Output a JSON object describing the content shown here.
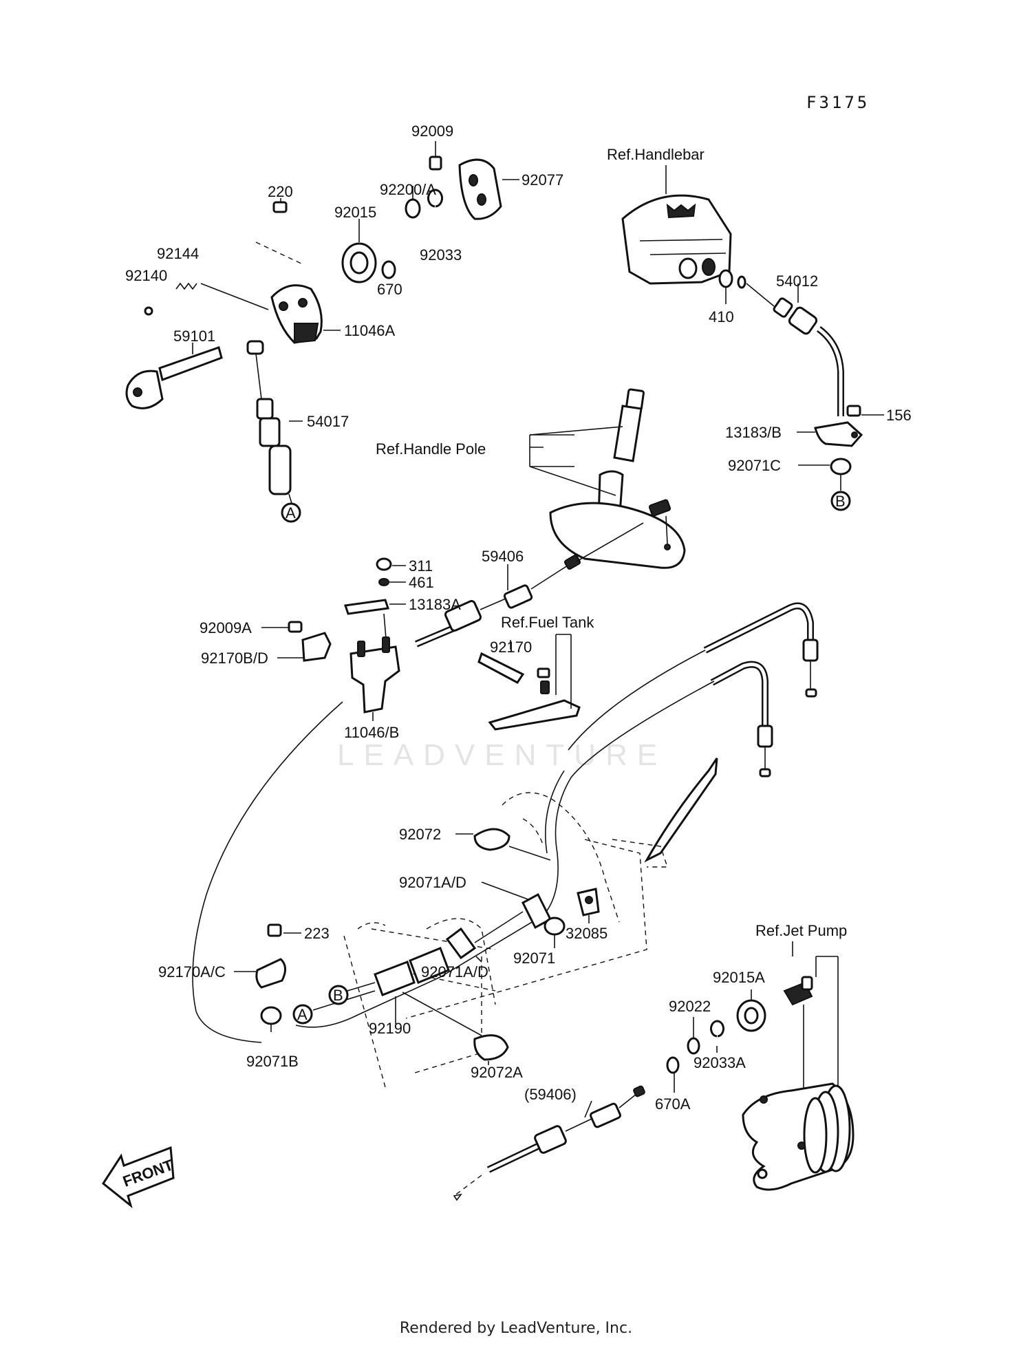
{
  "diagram_code": "F3175",
  "watermark": "LEADVENTURE",
  "footer": "Rendered by LeadVenture, Inc.",
  "refs": {
    "handlebar": "Ref.Handlebar",
    "handle_pole": "Ref.Handle Pole",
    "fuel_tank": "Ref.Fuel Tank",
    "jet_pump": "Ref.Jet Pump"
  },
  "front_label": "FRONT",
  "markers": {
    "a": "A",
    "b": "B"
  },
  "parts": {
    "p92009": "92009",
    "p92077": "92077",
    "p92200a": "92200/A",
    "p220": "220",
    "p92015": "92015",
    "p92033": "92033",
    "p92144": "92144",
    "p92140": "92140",
    "p670": "670",
    "p11046a": "11046A",
    "p59101": "59101",
    "p54017": "54017",
    "p410": "410",
    "p54012": "54012",
    "p156": "156",
    "p13183b": "13183/B",
    "p92071c": "92071C",
    "p311": "311",
    "p461": "461",
    "p59406": "59406",
    "p13183a": "13183A",
    "p92009a": "92009A",
    "p92170bd": "92170B/D",
    "p92170": "92170",
    "p11046b": "11046/B",
    "p92072": "92072",
    "p92071ad_1": "92071A/D",
    "p223": "223",
    "p32085": "32085",
    "p92071": "92071",
    "p92071ad_2": "92071A/D",
    "p92170ac": "92170A/C",
    "p92015a": "92015A",
    "p92022": "92022",
    "p92033a": "92033A",
    "p92190": "92190",
    "p92071b": "92071B",
    "p92072a": "92072A",
    "p59406p": "(59406)",
    "p670a": "670A"
  }
}
